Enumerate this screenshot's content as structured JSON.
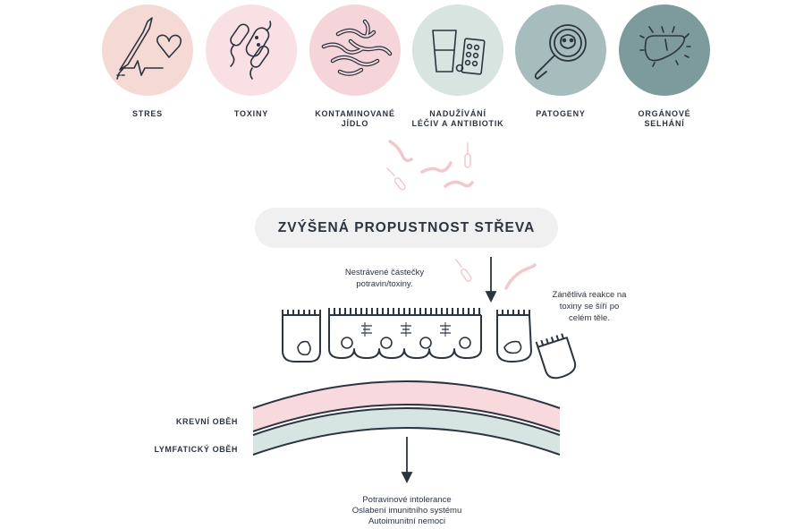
{
  "causes": [
    {
      "label_lines": [
        "STRES"
      ],
      "color": "#f5d9d5",
      "icon": "scalpel-heart-icon"
    },
    {
      "label_lines": [
        "TOXINY"
      ],
      "color": "#f9e0e4",
      "icon": "bacteria-icon"
    },
    {
      "label_lines": [
        "KONTAMINOVANÉ",
        "JÍDLO"
      ],
      "color": "#f5d5da",
      "icon": "worms-icon"
    },
    {
      "label_lines": [
        "NADUŽÍVÁNÍ",
        "LÉČIV A ANTIBIOTIK"
      ],
      "color": "#d7e4e0",
      "icon": "pills-glass-icon"
    },
    {
      "label_lines": [
        "PATOGENY"
      ],
      "color": "#a7bcbd",
      "icon": "magnifier-virus-icon"
    },
    {
      "label_lines": [
        "ORGÁNOVÉ",
        "SELHÁNÍ"
      ],
      "color": "#7d9a9c",
      "icon": "liver-icon"
    }
  ],
  "main_title": "ZVÝŠENÁ PROPUSTNOST STŘEVA",
  "note_left_lines": [
    "Nestrávené částečky",
    "potravin/toxiny."
  ],
  "note_right_lines": [
    "Zánětlivá reakce na",
    "toxiny se šíří po",
    "celém těle."
  ],
  "blood_label": "KREVNÍ OBĚH",
  "lymph_label": "LYMFATICKÝ OBĚH",
  "outcomes": [
    "Potravinové intolerance",
    "Oslabení imunitního systému",
    "Autoimunitní nemoci"
  ],
  "colors": {
    "ink": "#2c3440",
    "blood": "#f7d9de",
    "lymph": "#d6e5e2",
    "particle": "#f2c8cf"
  }
}
